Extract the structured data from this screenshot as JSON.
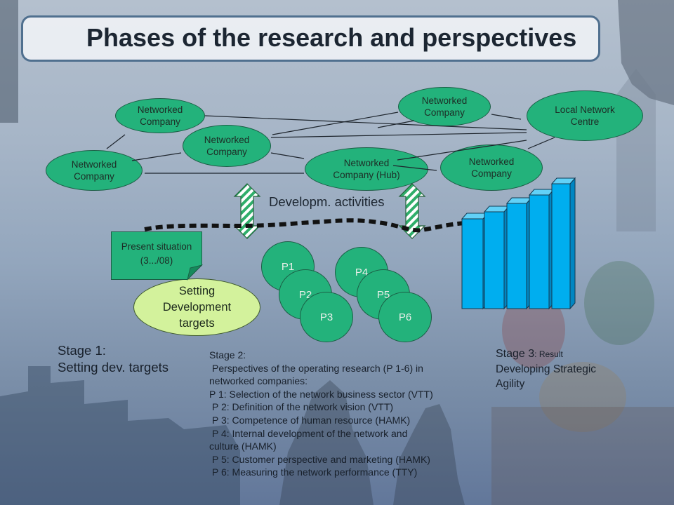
{
  "title": "Phases of the research and perspectives",
  "network": {
    "company_top_left": "Networked Company",
    "company_middle": "Networked Company",
    "company_left": "Networked Company",
    "company_top_right": "Networked Company",
    "local_network_centre": "Local Network Centre",
    "hub": "Networked Company (Hub)",
    "company_right": "Networked Company"
  },
  "activities_label": "Developm. activities",
  "present_situation": "Present situation (3.../08)",
  "setting_targets": "Setting Development targets",
  "perspectives": [
    "P1",
    "P2",
    "P3",
    "P4",
    "P5",
    "P6"
  ],
  "stage1": {
    "heading": "Stage 1:",
    "text": "Setting dev. targets"
  },
  "stage2": {
    "heading": "Stage 2:",
    "intro": "Perspectives of the operating research (P 1-6) in\nnetworked companies:",
    "items": [
      "P 1: Selection of the network business sector (VTT)",
      "P 2: Definition of the network vision (VTT)",
      "P 3: Competence of human resource (HAMK)",
      "P 4: Internal development of the network and\nculture (HAMK)",
      "P 5: Customer perspective and marketing (HAMK)",
      "P 6: Measuring the network performance (TTY)"
    ]
  },
  "stage3": {
    "heading": "Stage 3",
    "suffix": ": Result",
    "text": "Developing Strategic Agility"
  },
  "colors": {
    "node_green": "#23b27b",
    "node_border": "#1b5e45",
    "target_fill": "#d3f29c",
    "bar_cyan": "#00aeef",
    "title_border": "#50708f"
  }
}
